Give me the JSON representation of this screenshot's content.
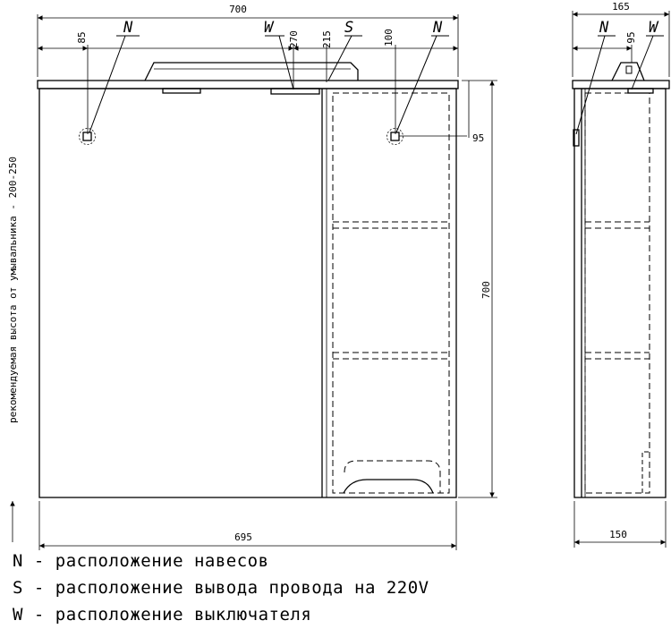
{
  "dimensions": {
    "front_width_top": "700",
    "front_width_bottom": "695",
    "front_height": "700",
    "n_left_offset": "85",
    "w_offset": "270",
    "s_offset": "215",
    "n_right_offset": "100",
    "n_drop": "95",
    "side_depth_top": "165",
    "side_n_offset": "95",
    "side_depth_bottom": "150",
    "vertical_note": "рекомендуемая высота от умывальника - 200-250"
  },
  "markers": {
    "n": "N",
    "w": "W",
    "s": "S"
  },
  "legend": [
    {
      "text": "N - расположение навесов"
    },
    {
      "text": "S - расположение вывода провода на 220V"
    },
    {
      "text": "W - расположение выключателя"
    }
  ]
}
